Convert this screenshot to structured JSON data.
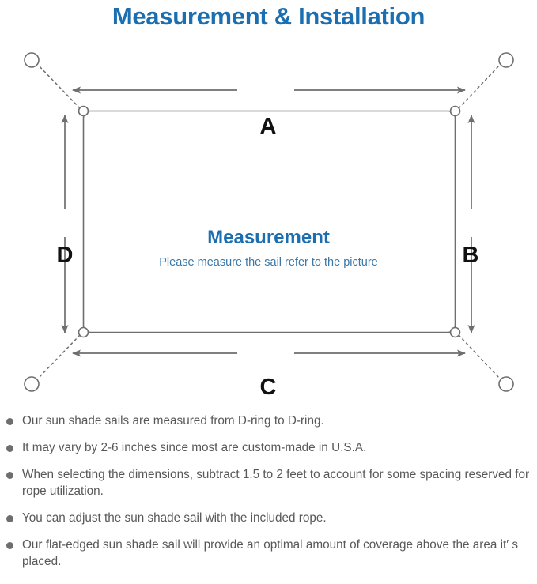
{
  "page": {
    "title": "Measurement & Installation",
    "title_color": "#1b6fb0",
    "background": "#ffffff"
  },
  "diagram": {
    "center_label": "Measurement",
    "center_sublabel": "Please measure the sail refer to the picture",
    "center_label_color": "#1b6fb0",
    "center_sublabel_color": "#3b78a8",
    "sail_outline_color": "#6e6e6e",
    "arrow_color": "#6e6e6e",
    "dimension_labels": [
      {
        "id": "A",
        "label": "A",
        "position": "top",
        "orientation": "horizontal"
      },
      {
        "id": "B",
        "label": "B",
        "position": "right",
        "orientation": "vertical"
      },
      {
        "id": "C",
        "label": "C",
        "position": "bottom",
        "orientation": "horizontal"
      },
      {
        "id": "D",
        "label": "D",
        "position": "left",
        "orientation": "vertical"
      }
    ],
    "corner_rings": [
      {
        "id": "top-left",
        "anchor": "outer"
      },
      {
        "id": "top-right",
        "anchor": "outer"
      },
      {
        "id": "bottom-left",
        "anchor": "outer"
      },
      {
        "id": "bottom-right",
        "anchor": "outer"
      }
    ],
    "d_rings": [
      {
        "id": "d-ring-top-left"
      },
      {
        "id": "d-ring-top-right"
      },
      {
        "id": "d-ring-bottom-left"
      },
      {
        "id": "d-ring-bottom-right"
      }
    ]
  },
  "notes": {
    "bullet_color": "#6e6e6e",
    "text_color": "#585858",
    "items": [
      "Our sun shade sails are measured from D-ring to D-ring.",
      "It may vary by 2-6 inches since most are custom-made in U.S.A.",
      "When selecting the dimensions, subtract 1.5 to 2 feet to account for some spacing reserved for rope utilization.",
      "You can adjust the sun shade sail with the included rope.",
      "Our flat-edged sun shade sail will provide an optimal amount of coverage above the area it′ s placed."
    ]
  }
}
